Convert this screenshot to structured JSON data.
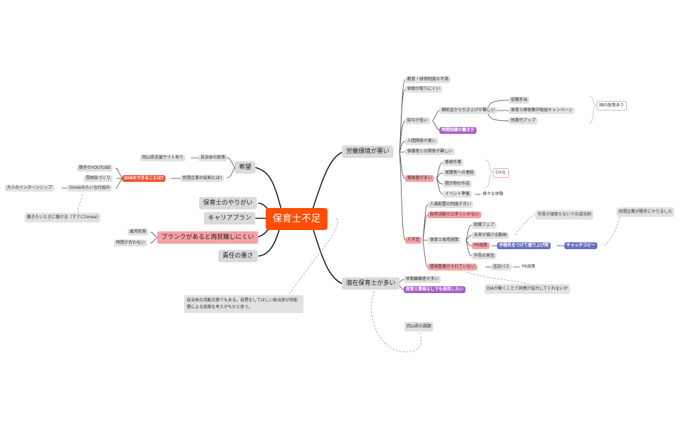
{
  "root": "保育士不足",
  "left": {
    "hope": "希望",
    "jichitai": "自治体の政策",
    "okayama_site": "岡山県支援サイトあり",
    "minkan_role": "民間企業の役割とは?",
    "dia_can": "DIAのできることは?",
    "youtube": "勝手のYOUTUBE",
    "fun_iki": "雰囲気づくり",
    "timee_like": "timeeみたいな仕組み",
    "intern": "大人のインターンシップ",
    "work_when": "働きたいときに働ける（すでにtimee)",
    "yarigai": "保育士のやりがい",
    "career": "キャリアプラン",
    "blank": "ブランクがあると再就職しにくい",
    "koyo": "雇用形態",
    "jikan": "時間が合わない",
    "sekinin": "責任の重さ",
    "jichitai_note": "自治体の活動次第でもある。投票をしてほしい政治家が両影響による施策を考えがちだと思う。"
  },
  "right": {
    "roudou": "労働環境が悪い",
    "kyoiku": "教育・研修制度の不満",
    "kyuka": "休暇が取りにくい",
    "kyuyo": "給与が低い",
    "hojokin": "補助金から引き上げが難しい",
    "yakuin": "役職手当",
    "campaign": "保育士確保集中取組キャンペーン",
    "shoshin": "残業代アップ",
    "kuni": "国の政策あり",
    "jikan_gai": "時間短縮の働き方",
    "ningen": "人間関係が悪い",
    "hogosha": "保護者との関係が難しい",
    "gyomu": "業務量が多い",
    "jimu": "事務作業",
    "hogosha_renraku": "保護者への連絡",
    "keiji": "掲示物の作成",
    "event": "イベント準備",
    "samazama": "様々な体験",
    "dx": "DX化",
    "jinbusoku": "人不足",
    "haichi": "人員配置の制度が古い",
    "saiyo": "採用活動が上手くいかない",
    "saiyo_senryaku": "保育士採用施策",
    "shushoku": "就職フェア",
    "mirai": "未来が描ける動画",
    "pr": "PR施策",
    "sakushi": "作戦名をつけて盛り上げ隊",
    "catch": "キャッチコピー",
    "shicho": "市長の発信",
    "shicho_note": "市長が頑張らないでの成功例",
    "minkan_note": "民間企業が勝手にやりました",
    "kankyo": "環境整備がされていない",
    "bus": "送迎バス",
    "pr2": "PR施策",
    "dia_note": "DIAが動くことで同僚が協力してくれないか",
    "senzai": "潜在保育士が多い",
    "soki": "早期離職者が多い",
    "shikaku": "保育士資格なしでも採用したい",
    "okayama_issue": "岡山県の課題"
  },
  "colors": {
    "root": "#ff4d00",
    "branch": "#1a1a1a",
    "dashed": "#999999",
    "pink": "#f7a1a4",
    "red": "#f1583a",
    "purple": "#a75ec7",
    "blue": "#6b70c1"
  }
}
